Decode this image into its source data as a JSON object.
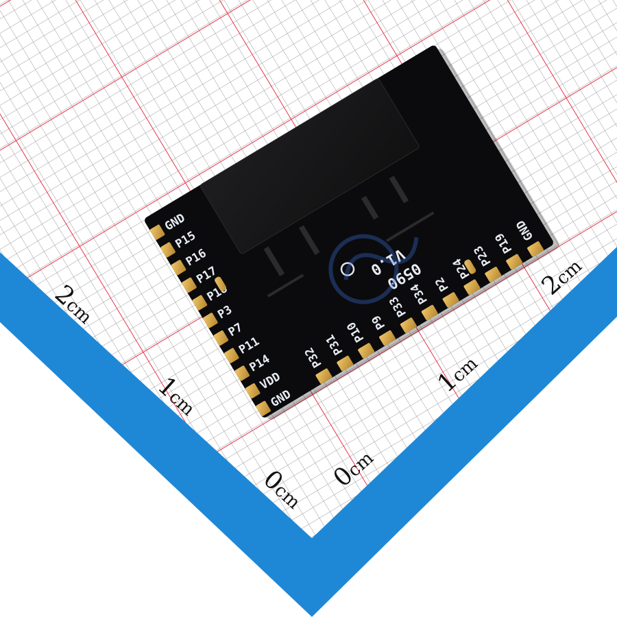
{
  "scale": {
    "left_marks": [
      {
        "num": "2",
        "unit": "cm"
      },
      {
        "num": "1",
        "unit": "cm"
      },
      {
        "num": "0",
        "unit": "cm"
      }
    ],
    "right_marks": [
      {
        "num": "2",
        "unit": "cm"
      },
      {
        "num": "1",
        "unit": "cm"
      },
      {
        "num": "0",
        "unit": "cm"
      }
    ]
  },
  "module": {
    "top_pins": [
      "GND",
      "P15",
      "P16",
      "P17",
      "P18",
      "P3",
      "P7",
      "P11",
      "P14",
      "VDD",
      "GND"
    ],
    "right_pins": [
      "GND",
      "P19",
      "P23",
      "P24",
      "P2",
      "P34",
      "P33",
      "P9",
      "P10",
      "P31",
      "P32"
    ],
    "silk_line1": "V1.0",
    "silk_line2": "0590"
  },
  "colors": {
    "paper": "#ffffff",
    "grid_minor": "#9a9a9a",
    "grid_major": "#e8334a",
    "band": "#1f88d6",
    "pcb": "#0b0b0d",
    "shield": "#161616",
    "gold": "#d6a74a"
  }
}
